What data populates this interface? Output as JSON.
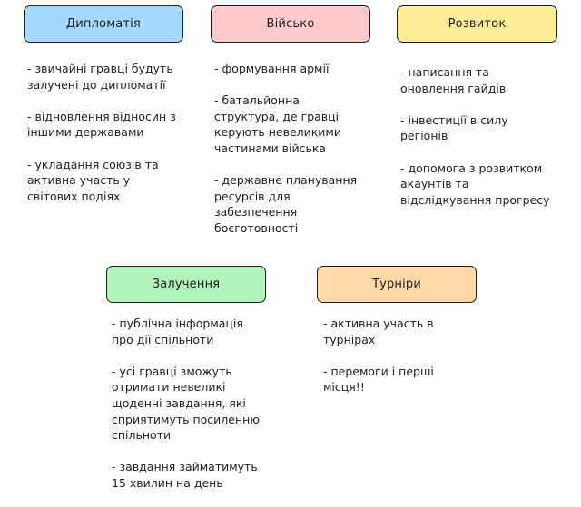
{
  "categories": [
    {
      "title": "Дипломатія",
      "color": "#a5d8ff",
      "items": [
        "- звичайні гравці будуть\nзалучені до дипломатії",
        "- відновлення відносин з\nіншими державами",
        "- укладання союзів та\nактивна участь у\nсвітових подіях"
      ]
    },
    {
      "title": "Військо",
      "color": "#ffc9c9",
      "items": [
        "- формування армії",
        "- батальйонна\nструктура, де гравці\nкерують невеликими\nчастинами війська",
        "- державне планування\nресурсів для\nзабезпечення\nбоєготовності"
      ]
    },
    {
      "title": "Розвиток",
      "color": "#ffec99",
      "items": [
        "- написання та\nоновлення гайдів",
        "- інвестиції в силу\nрегіонів",
        "- допомога з розвитком\nакаунтів та\nвідслідкування прогресу"
      ]
    },
    {
      "title": "Залучення",
      "color": "#b2f2bb",
      "items": [
        "- публічна інформація\nпро дії спільноти",
        "- усі гравці зможуть\nотримати невеликі\nщоденні завдання, які\nсприятимуть посиленню\nспільноти",
        "- завдання займатимуть\n15 хвилин на день"
      ]
    },
    {
      "title": "Турніри",
      "color": "#ffd8a8",
      "items": [
        "- активна участь в\nтурнірах",
        "- перемоги і перші\nмісця!!"
      ]
    }
  ]
}
